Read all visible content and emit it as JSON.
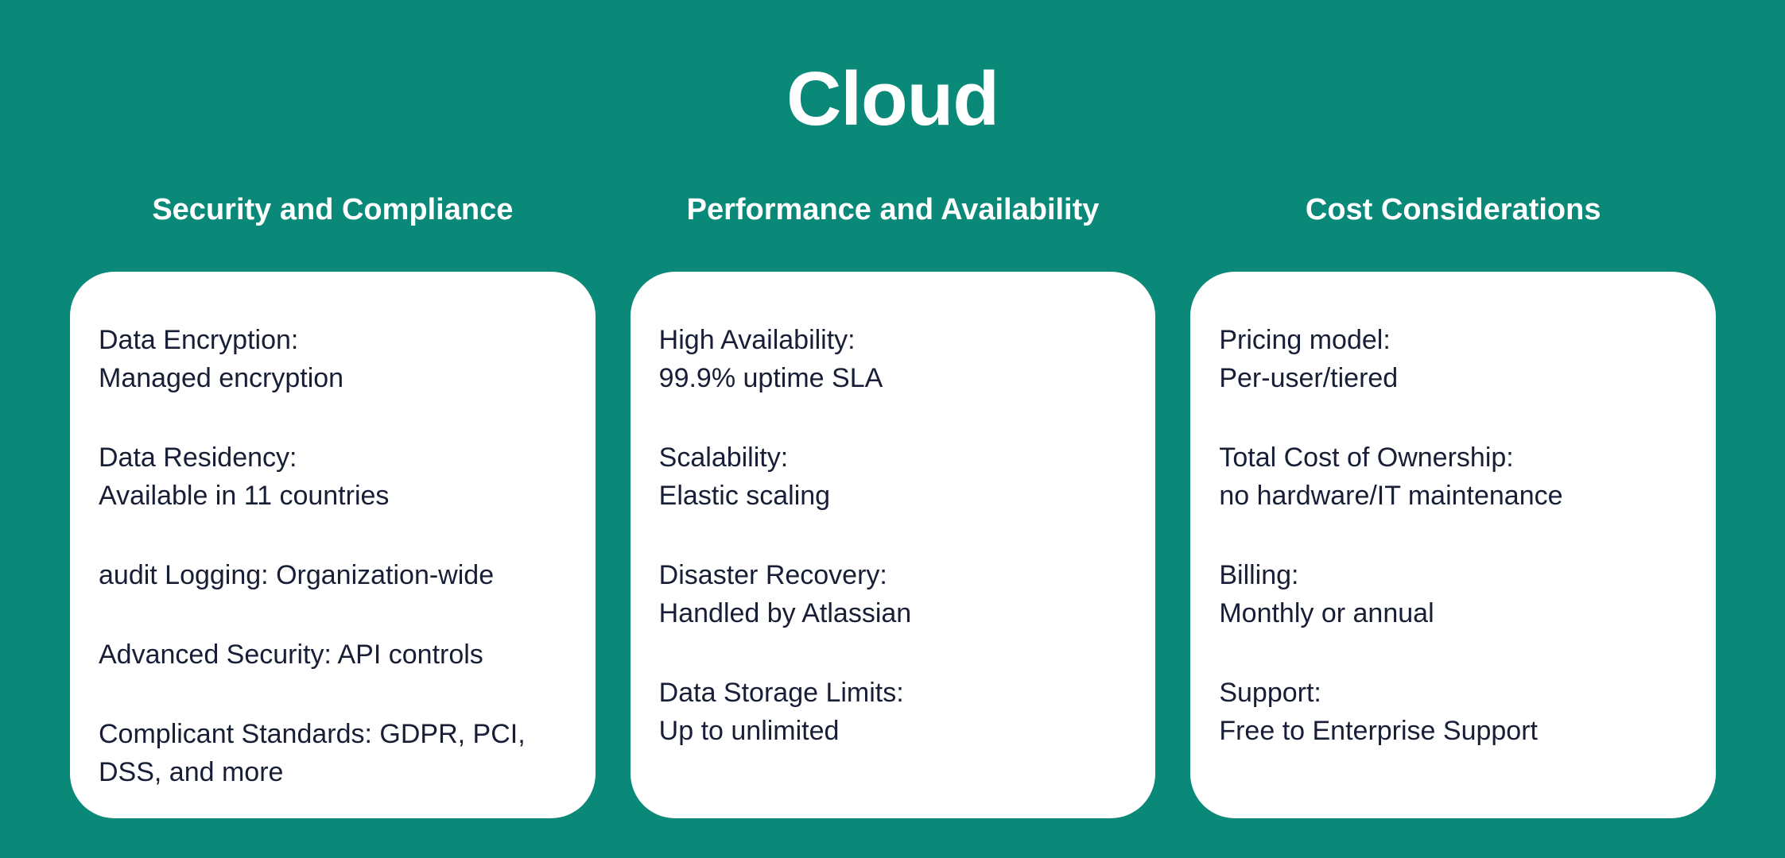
{
  "title": "Cloud",
  "theme": {
    "background": "#0a8978",
    "card_background": "#ffffff",
    "heading_color": "#ffffff",
    "body_color": "#181e36"
  },
  "columns": [
    {
      "header": "Security and Compliance",
      "items": [
        {
          "lines": [
            "Data Encryption:",
            "Managed encryption"
          ]
        },
        {
          "lines": [
            "Data Residency:",
            "Available in 11 countries"
          ]
        },
        {
          "lines": [
            "audit Logging: Organization-wide"
          ]
        },
        {
          "lines": [
            "Advanced Security: API controls"
          ]
        },
        {
          "lines": [
            "Complicant Standards: GDPR, PCI, DSS, and more"
          ]
        }
      ]
    },
    {
      "header": "Performance and Availability",
      "items": [
        {
          "lines": [
            "High Availability:",
            "99.9% uptime SLA"
          ]
        },
        {
          "lines": [
            "Scalability:",
            "Elastic scaling"
          ]
        },
        {
          "lines": [
            "Disaster Recovery:",
            "Handled by Atlassian"
          ]
        },
        {
          "lines": [
            "Data Storage Limits:",
            "Up to unlimited"
          ]
        }
      ]
    },
    {
      "header": "Cost Considerations",
      "items": [
        {
          "lines": [
            "Pricing model:",
            "Per-user/tiered"
          ]
        },
        {
          "lines": [
            "Total Cost of Ownership:",
            "no hardware/IT maintenance"
          ]
        },
        {
          "lines": [
            "Billing:",
            "Monthly or annual"
          ]
        },
        {
          "lines": [
            "Support:",
            "Free to Enterprise Support"
          ]
        }
      ]
    }
  ]
}
